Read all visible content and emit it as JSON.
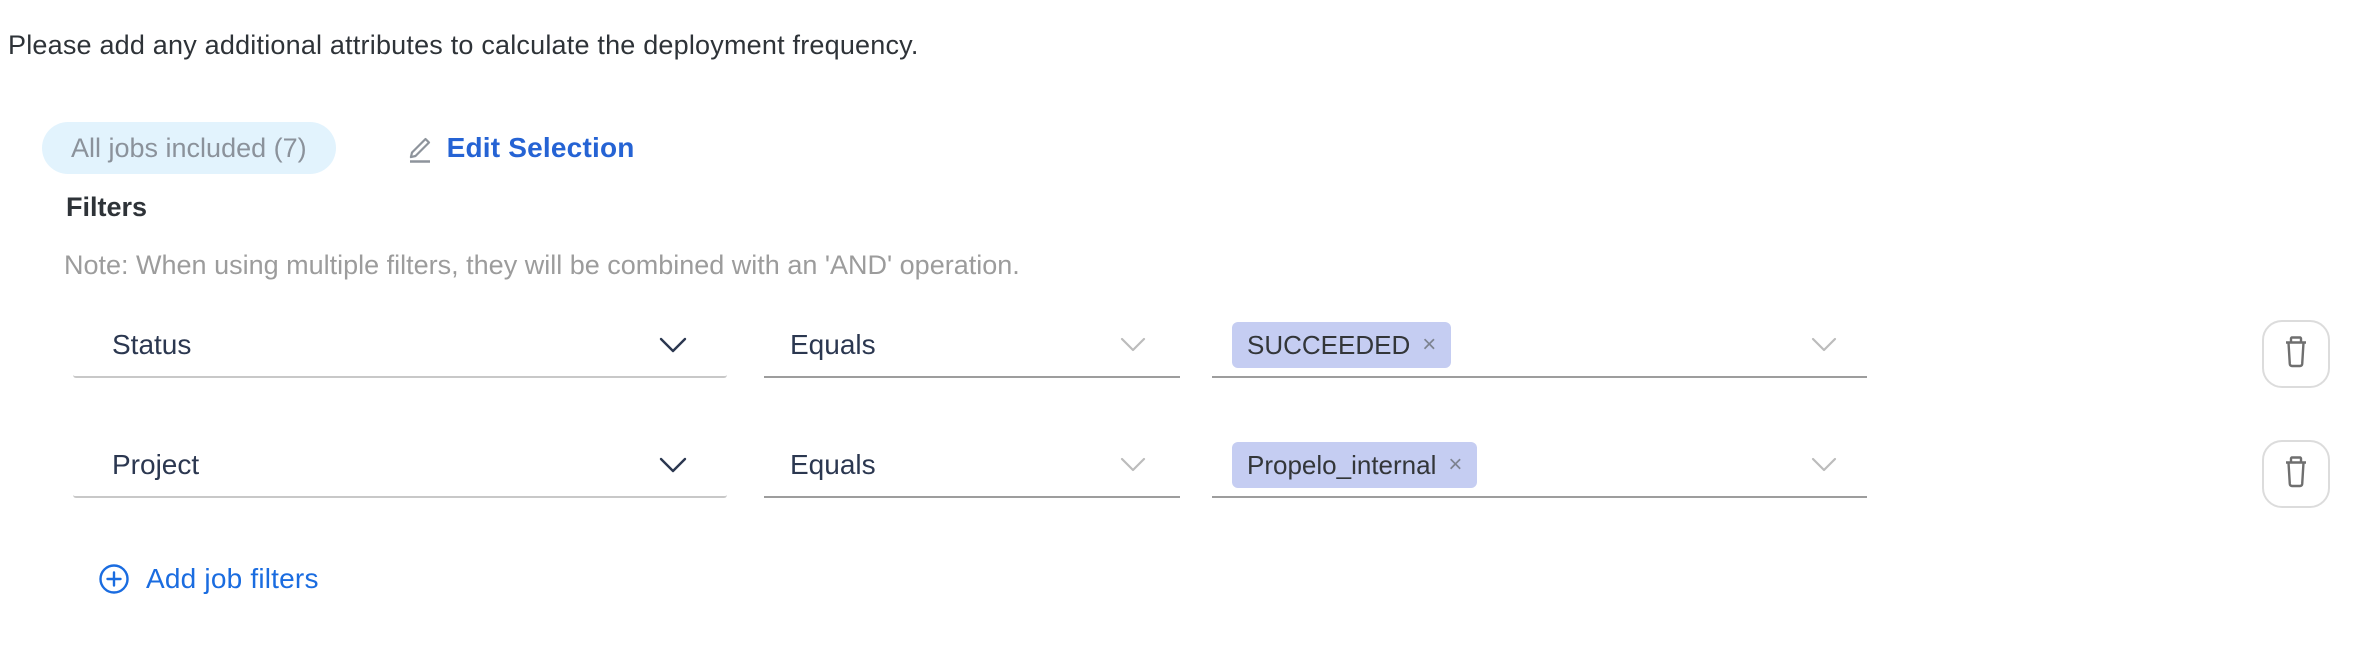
{
  "header": {
    "instruction": "Please add any additional attributes to calculate the deployment frequency."
  },
  "jobs_summary": {
    "badge_label": "All jobs included (7)",
    "edit_link_label": "Edit Selection"
  },
  "filters": {
    "title": "Filters",
    "note": "Note: When using multiple filters, they will be combined with an 'AND' operation.",
    "rows": [
      {
        "attribute": "Status",
        "operator": "Equals",
        "values": [
          {
            "label": "SUCCEEDED",
            "remove_label": "×"
          }
        ]
      },
      {
        "attribute": "Project",
        "operator": "Equals",
        "values": [
          {
            "label": "Propelo_internal",
            "remove_label": "×"
          }
        ]
      }
    ],
    "add_button_label": "Add job filters"
  },
  "icons": {
    "edit": "pencil-underline-icon",
    "attribute_dropdown": "chevron-down-icon",
    "operator_dropdown": "chevron-down-icon",
    "value_dropdown": "chevron-down-icon",
    "delete_row": "trash-icon",
    "add": "plus-circle-icon"
  },
  "colors": {
    "background": "#ffffff",
    "text_primary": "#2e3338",
    "text_muted": "#9c9c9c",
    "badge_background": "#e2f3fd",
    "badge_text": "#8b929b",
    "link_blue": "#2563d4",
    "add_blue": "#1a6ce0",
    "dropdown_text": "#2b3750",
    "underline_light": "#c8c8c8",
    "underline_dark": "#9d9d9d",
    "tag_background": "#c5cdf2",
    "tag_text": "#333639"
  }
}
